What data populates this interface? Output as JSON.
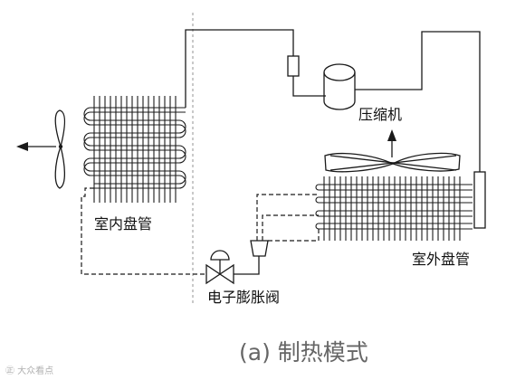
{
  "labels": {
    "indoor_coil": "室内盘管",
    "compressor": "压缩机",
    "outdoor_coil": "室外盘管",
    "expansion_valve": "电子膨胀阀",
    "caption": "(a) 制热模式"
  },
  "watermark": "㊣ 大众看点",
  "colors": {
    "line": "#1a1a1a",
    "caption": "#666666",
    "watermark": "#b0b0b0"
  }
}
